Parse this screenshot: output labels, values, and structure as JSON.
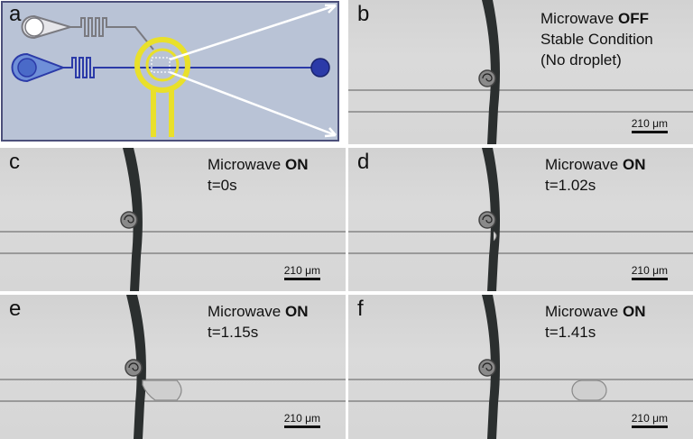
{
  "figure": {
    "a": {
      "label": "a"
    },
    "b": {
      "label": "b",
      "line1_prefix": "Microwave ",
      "line1_state": "OFF",
      "line2": "Stable Condition",
      "line3": "(No droplet)",
      "scale": "210 μm"
    },
    "c": {
      "label": "c",
      "line1_prefix": "Microwave ",
      "line1_state": "ON",
      "time": "t=0s",
      "scale": "210 μm"
    },
    "d": {
      "label": "d",
      "line1_prefix": "Microwave ",
      "line1_state": "ON",
      "time": "t=1.02s",
      "scale": "210 μm"
    },
    "e": {
      "label": "e",
      "line1_prefix": "Microwave ",
      "line1_state": "ON",
      "time": "t=1.15s",
      "scale": "210 μm"
    },
    "f": {
      "label": "f",
      "line1_prefix": "Microwave ",
      "line1_state": "ON",
      "time": "t=1.41s",
      "scale": "210 μm"
    }
  },
  "colors": {
    "chip_bg": "#b9c3d6",
    "resonator": "#e9e02a",
    "channel_blue": "#2b3aa8",
    "inlet_blue": "#6f8fd8",
    "frame": "#4b4f7a"
  }
}
